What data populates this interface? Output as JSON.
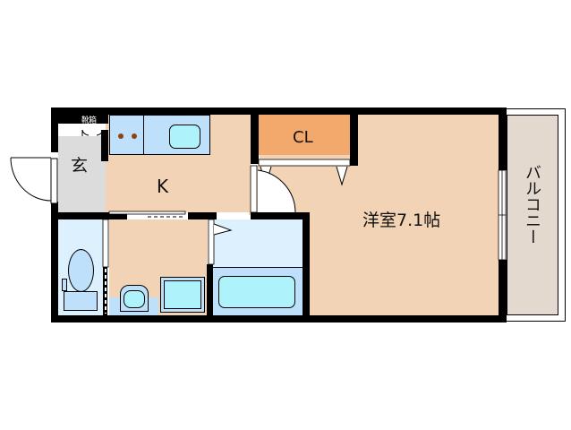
{
  "floorplan": {
    "colors": {
      "wall": "#000000",
      "room_floor": "#f2d3b5",
      "closet": "#f2a96b",
      "entrance": "#dcdcdc",
      "wet_area": "#ddf0fd",
      "fixture": "#bfe0fb",
      "fixture_inner": "#aef2fb",
      "balcony": "#e3d9cf",
      "stove_burner": "#8b4513"
    },
    "rooms": {
      "entrance": {
        "label": "玄"
      },
      "kitchen": {
        "label": "K"
      },
      "closet": {
        "label": "CL"
      },
      "western_room": {
        "label": "洋室7.1帖"
      },
      "balcony": {
        "label": "バルコニー"
      },
      "toilet": {
        "label": ""
      },
      "washroom": {
        "label": ""
      },
      "bathroom": {
        "label": ""
      }
    },
    "fixtures": {
      "shoe_box": {
        "label": "靴箱"
      },
      "stove": {
        "burners": 2
      },
      "sink": {},
      "toilet": {},
      "wash_basin": {},
      "washing_machine_pan": {},
      "bathtub": {}
    },
    "icons": {
      "entrance_door": "door-swing-icon",
      "room_door": "door-swing-icon"
    }
  }
}
